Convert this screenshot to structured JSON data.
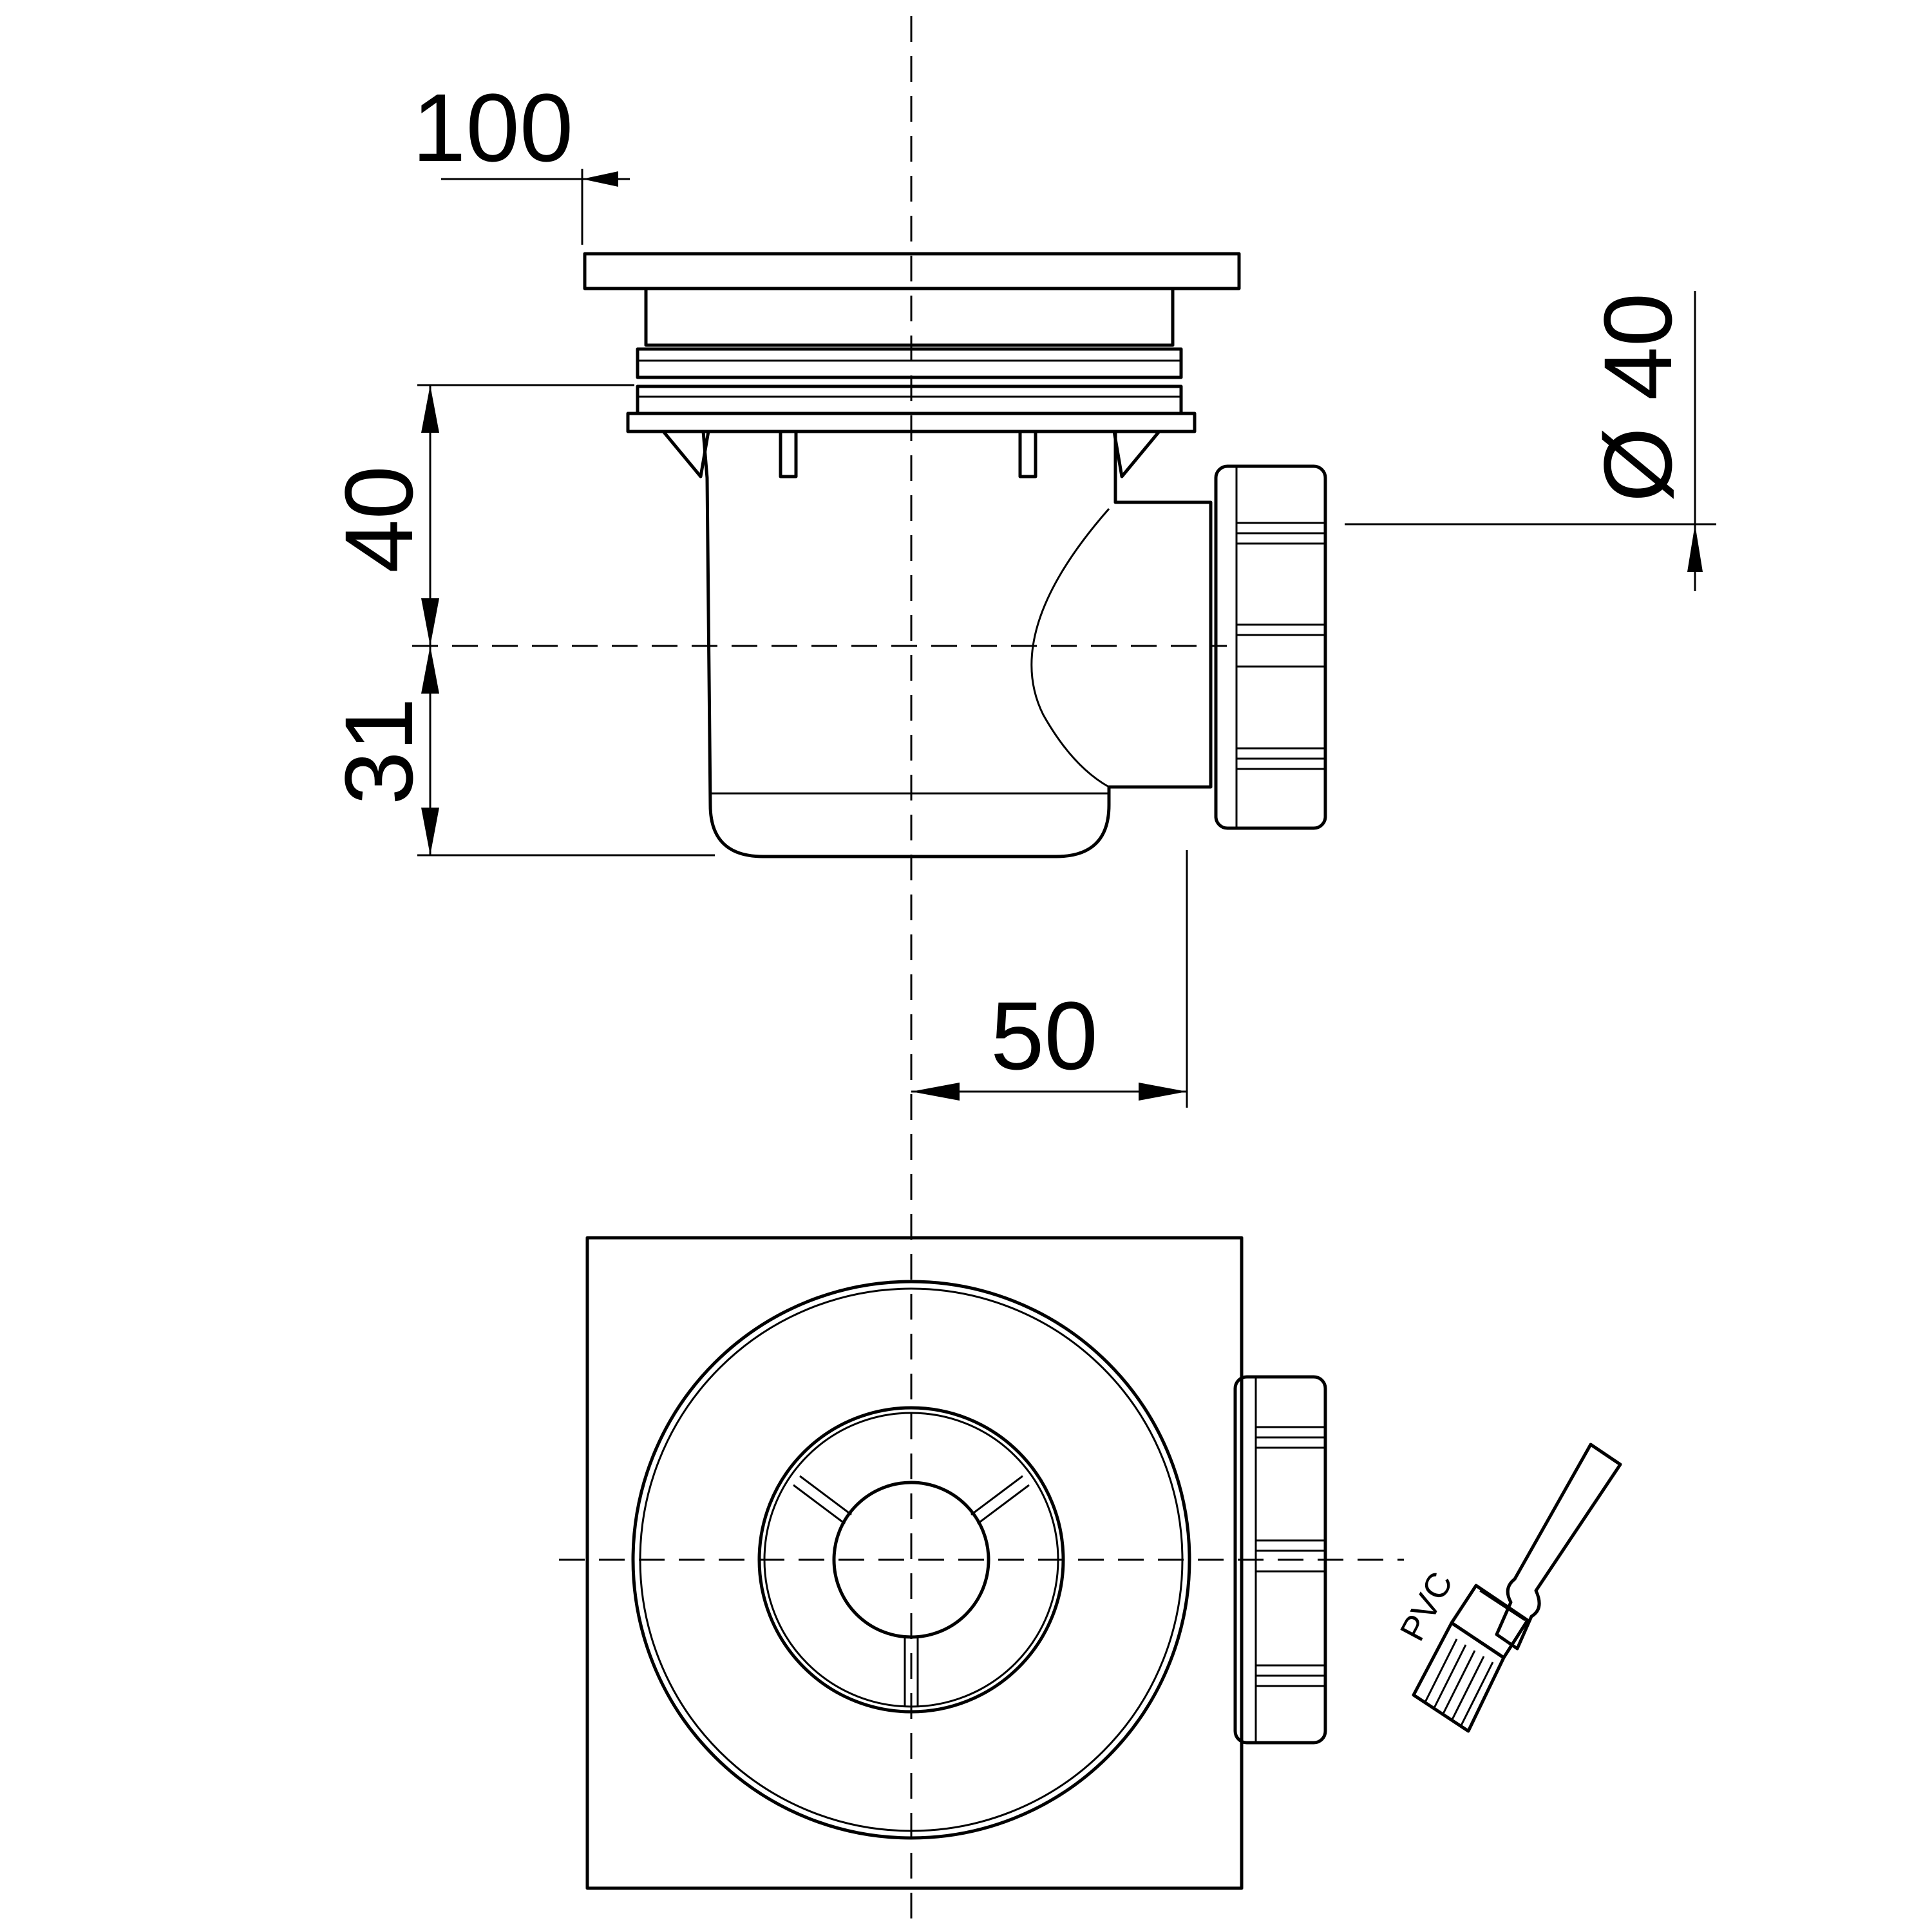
{
  "dimensions": {
    "flange_offset": "100",
    "upper_height": "40",
    "lower_height": "31",
    "outlet_offset": "50",
    "outlet_diameter": "Ø 40"
  },
  "labels": {
    "material": "PVC"
  }
}
